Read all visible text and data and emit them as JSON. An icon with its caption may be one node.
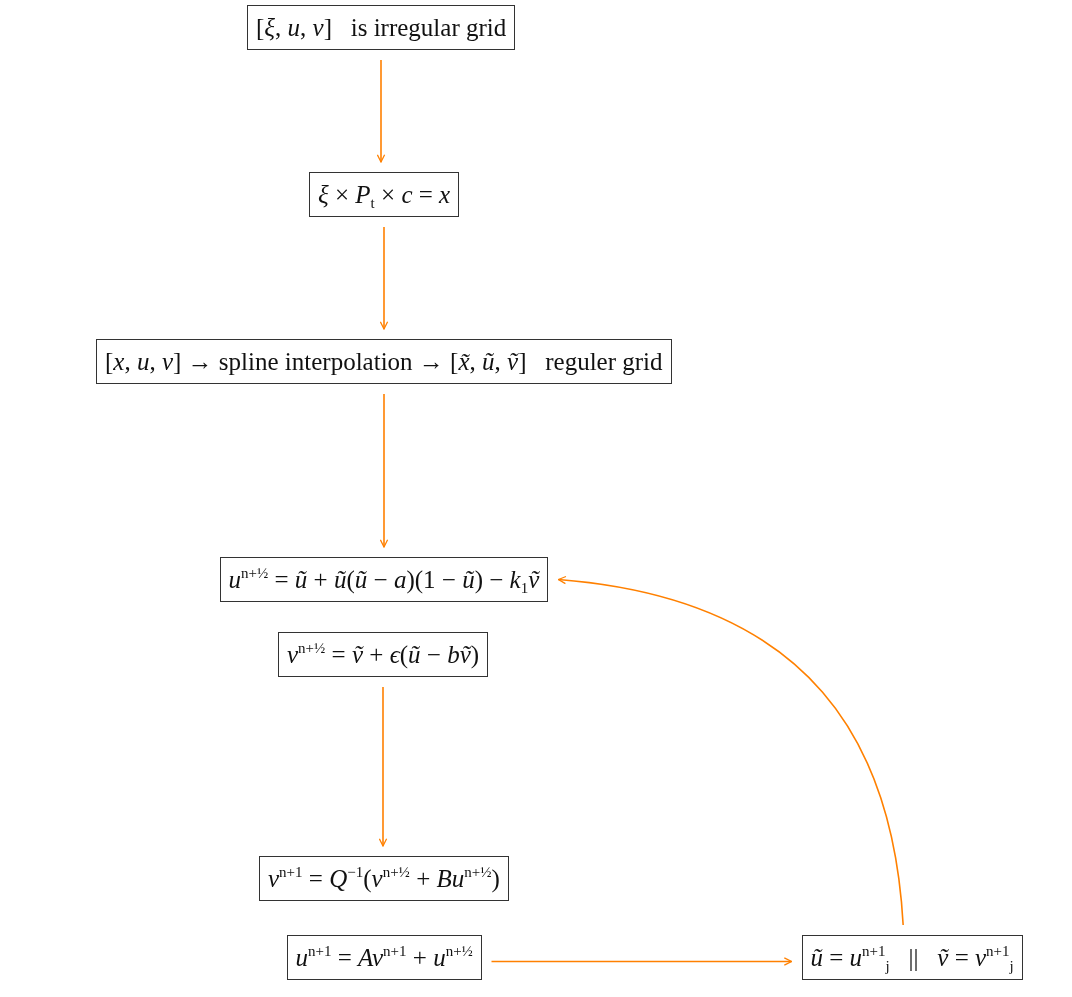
{
  "diagram": {
    "nodes": [
      {
        "text": [
          "[*ξ*, *u*, *v*]   is irregular grid"
        ]
      },
      {
        "text": [
          "*ξ* × *P*$_{t}$ × *c* = *x*"
        ]
      },
      {
        "text": [
          "[*x*, *u*, *v*] → spline interpolation → [*x̃*, *ũ*, *ṽ*]   reguler grid"
        ]
      },
      {
        "text": [
          "*u*$^{n+½}$ = *ũ* + *ũ*(*ũ* − *a*)(1 − *ũ*) − *k*$_{1}$*ṽ*"
        ]
      },
      {
        "text": [
          "*v*$^{n+½}$ = *ṽ* + *ϵ*(*ũ* − *bṽ*)"
        ]
      },
      {
        "text": [
          "*v*$^{n+1}$ = *Q*$^{−1}$(*v*$^{n+½}$ + *Bu*$^{n+½}$)"
        ]
      },
      {
        "text": [
          "*u*$^{n+1}$ = *Av*$^{n+1}$ + *u*$^{n+½}$"
        ]
      },
      {
        "text": [
          "*ũ* = *u*$^{n+1}$$_{j}$   ||   *ṽ* = *v*$^{n+1}$$_{j}$"
        ]
      }
    ],
    "edges": [
      {
        "from": 0,
        "to": 1,
        "arrow": "to"
      },
      {
        "from": 1,
        "to": 2,
        "arrow": "to"
      },
      {
        "from": 2,
        "to": 3,
        "arrow": "to"
      },
      {
        "from": 4,
        "to": 5,
        "arrow": "to"
      },
      {
        "from": 6,
        "to": 7,
        "arrow": "to"
      },
      {
        "from": 7,
        "to": 3,
        "arrow": "to"
      }
    ]
  }
}
